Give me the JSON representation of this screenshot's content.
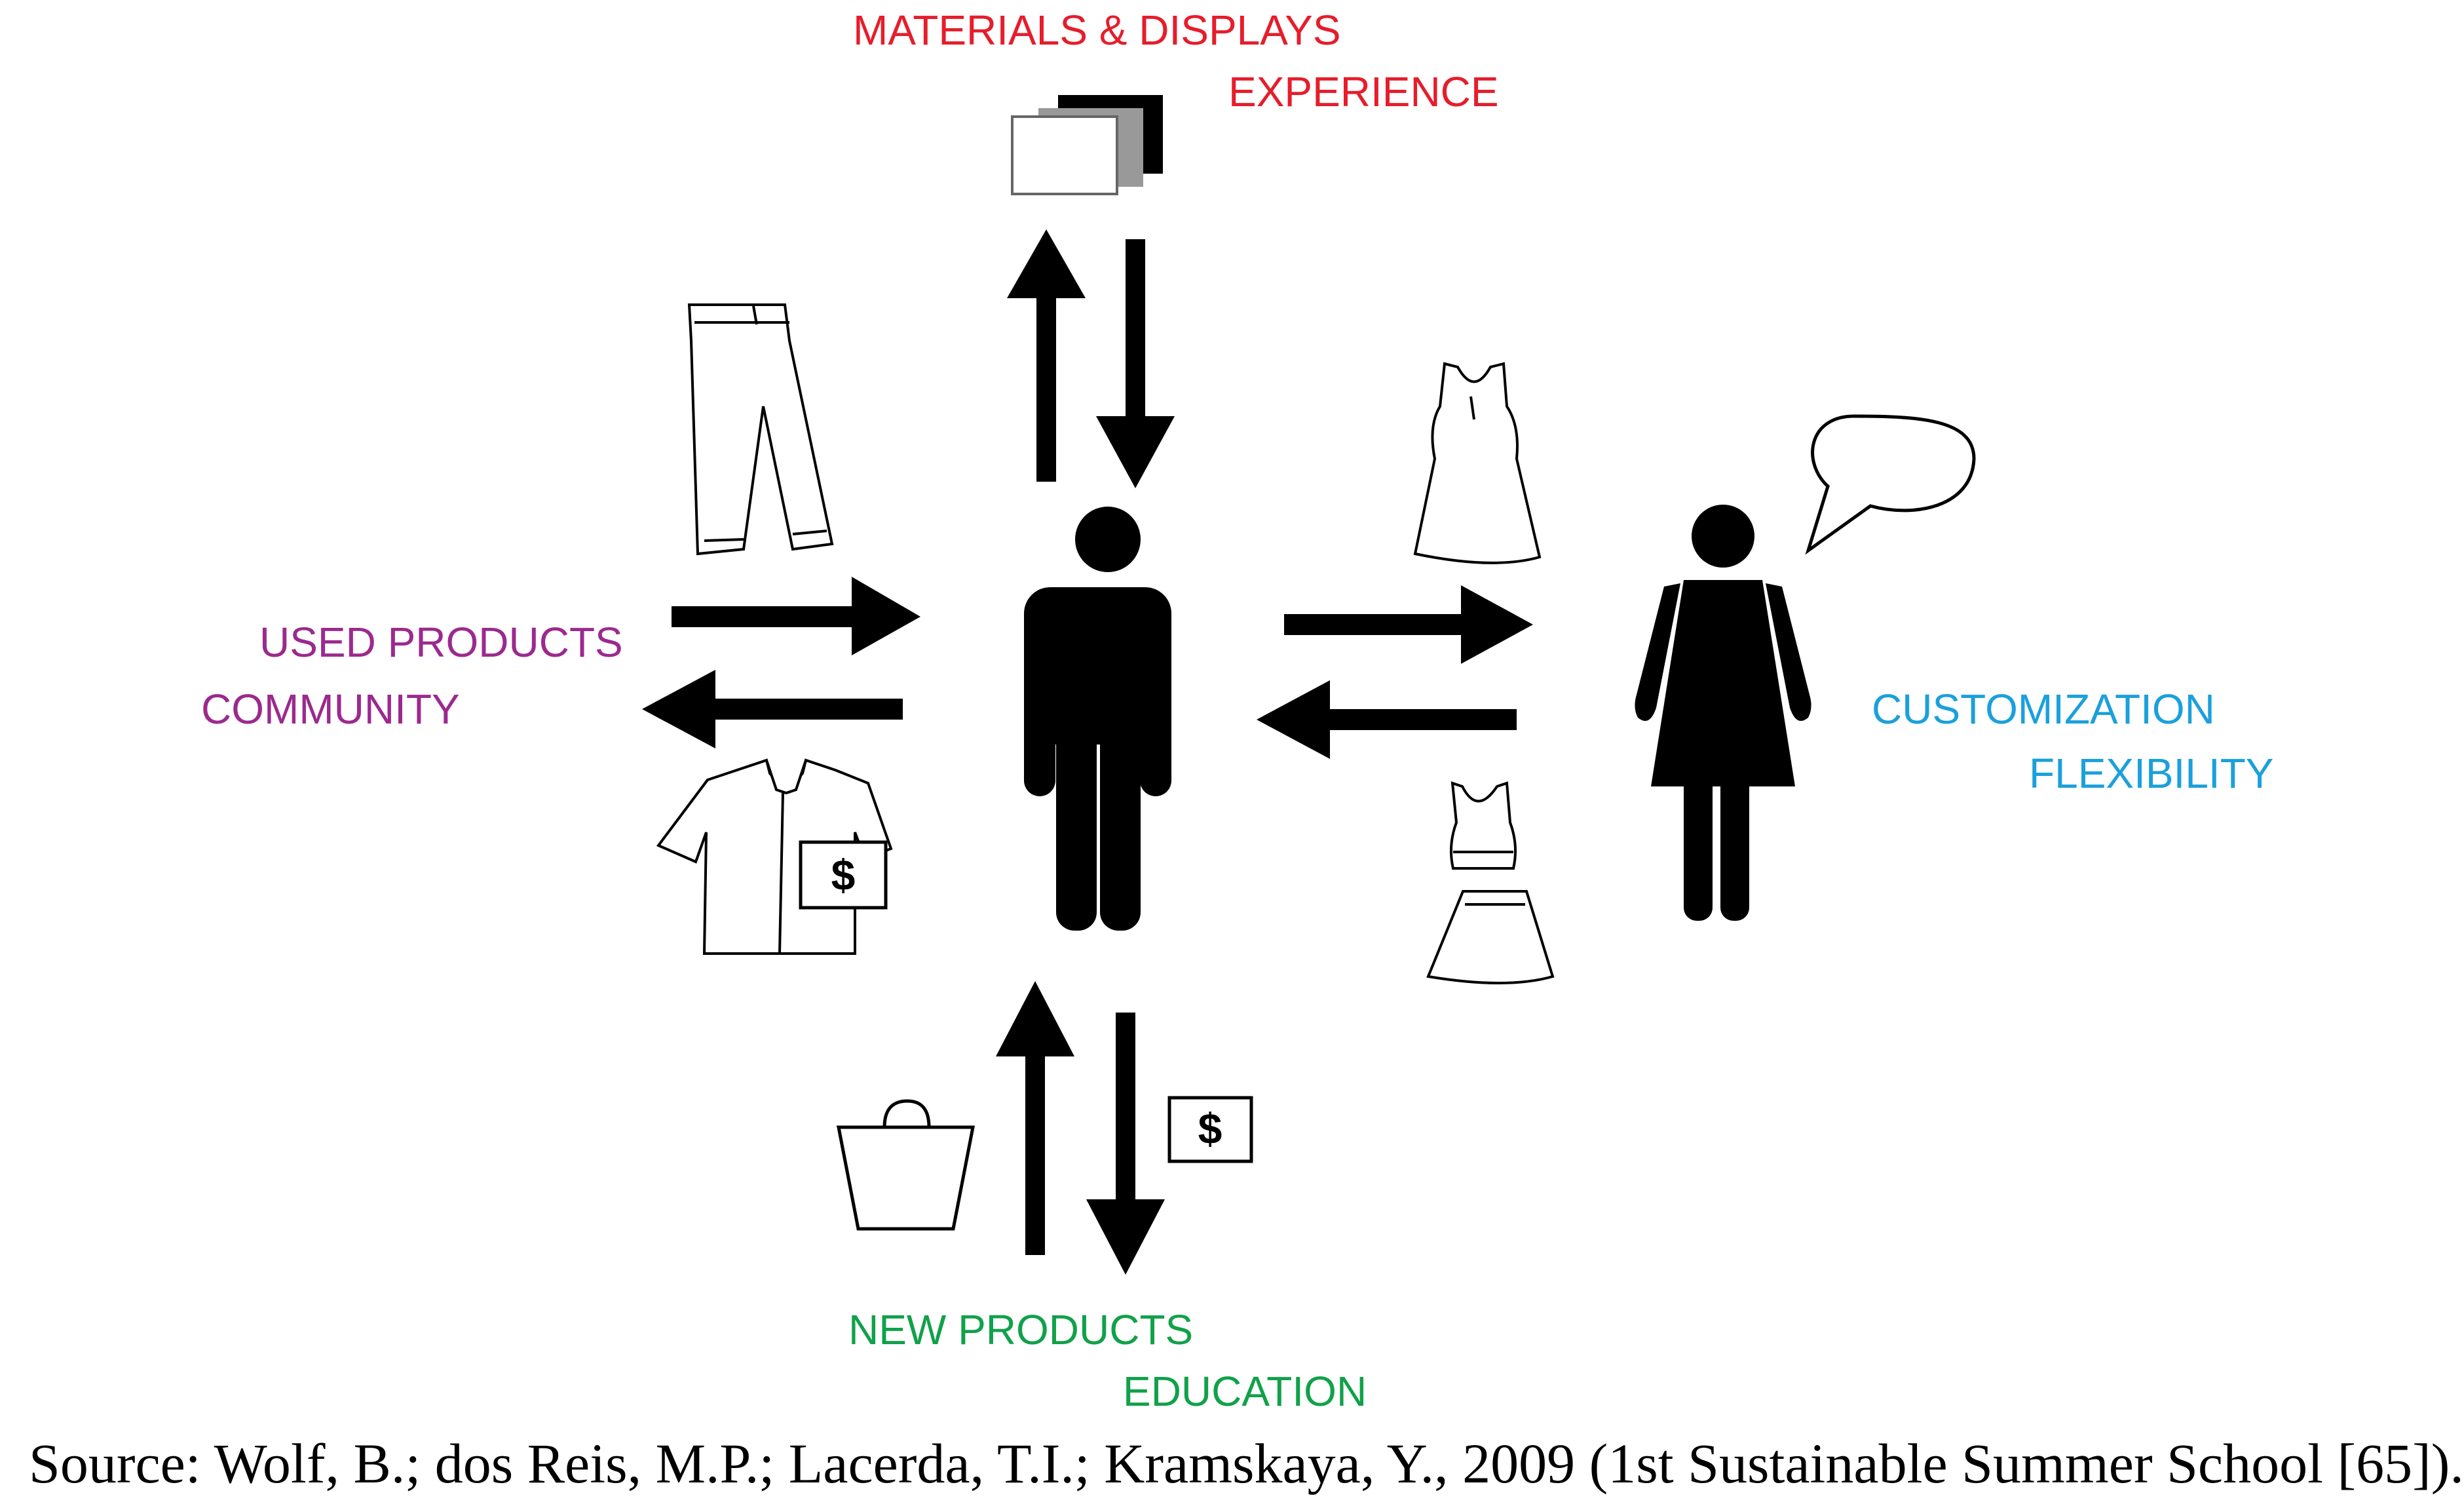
{
  "labels": {
    "top_line1": "MATERIALS & DISPLAYS",
    "top_line2": "EXPERIENCE",
    "left_line1": "USED PRODUCTS",
    "left_line2": "COMMUNITY",
    "right_line1": "CUSTOMIZATION",
    "right_line2": "FLEXIBILITY",
    "bottom_line1": "NEW PRODUCTS",
    "bottom_line2": "EDUCATION",
    "dollar_sign": "$"
  },
  "source": "Source: Wolf, B.; dos Reis, M.P.; Lacerda, T.I.; Kramskaya, Y., 2009 (1st Sustainable Summer School [65]).",
  "icons": {
    "center": "man-figure-icon",
    "right": "woman-figure-icon",
    "speech": "speech-bubble-icon",
    "top": "material-swatches-icon",
    "pants": "trousers-icon",
    "shirt": "shirt-icon",
    "dress": "dress-icon",
    "outfit": "top-and-skirt-icon",
    "bag": "shopping-bag-icon",
    "money": "dollar-bill-icon"
  },
  "colors": {
    "red": "#e61d2b",
    "purple": "#9b2a8e",
    "blue": "#1ba0dc",
    "green": "#11a14a"
  }
}
